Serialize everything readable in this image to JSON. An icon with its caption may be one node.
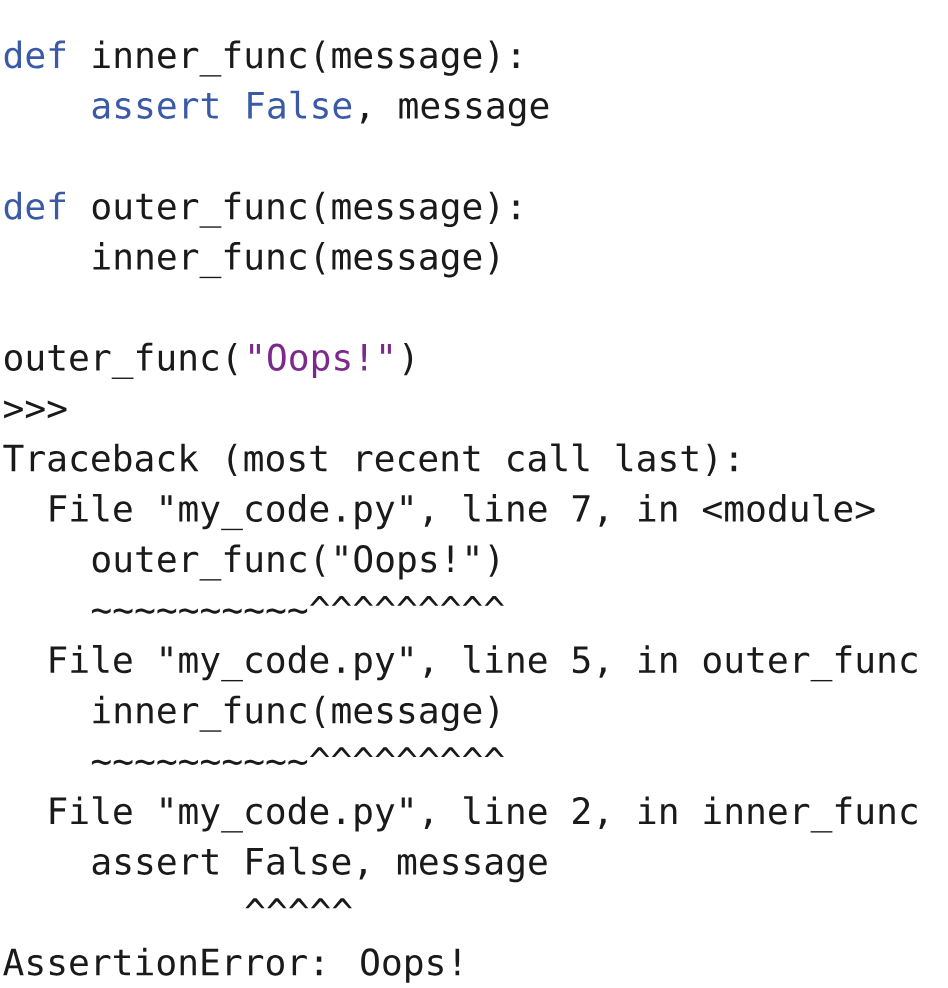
{
  "diagram": {
    "labels": [
      "def",
      "inner_func(message):",
      "assert",
      "False",
      ", message",
      "def",
      "outer_func(message):",
      "inner_func(message)",
      "outer_func(",
      "\"Oops!\"",
      ")",
      ">>>",
      "Traceback (most recent call last):",
      "File \"my_code.py\", line 7, in <module>",
      "outer_func(\"Oops!\")",
      "~~~~~~~~~~^^^^^^^^^",
      "File \"my_code.py\", line 5, in outer_func",
      "inner_func(message)",
      "~~~~~~~~~~^^^^^^^^^",
      "File \"my_code.py\", line 2, in inner_func",
      "assert False, message",
      "^^^^^",
      "AssertionError: Oops!"
    ]
  }
}
